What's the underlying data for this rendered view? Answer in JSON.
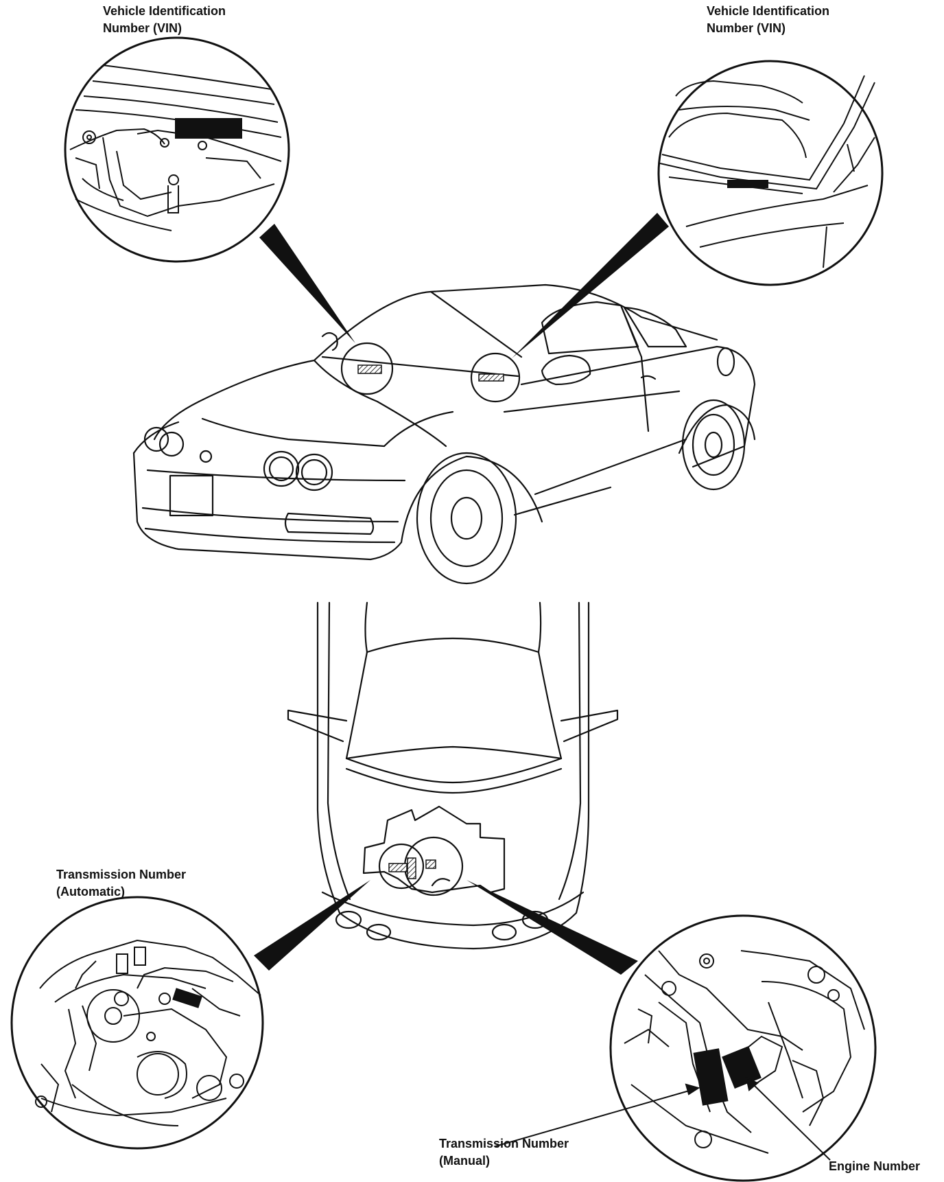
{
  "labels": {
    "vin_hood": [
      "Vehicle Identification",
      "Number (VIN)"
    ],
    "vin_dash": [
      "Vehicle Identification",
      "Number (VIN)"
    ],
    "trans_auto": [
      "Transmission Number",
      "(Automatic)"
    ],
    "trans_manual": [
      "Transmission Number",
      "(Manual)"
    ],
    "engine": "Engine Number"
  },
  "colors": {
    "ink": "#111111",
    "background": "#ffffff",
    "hatch": "#555555"
  }
}
